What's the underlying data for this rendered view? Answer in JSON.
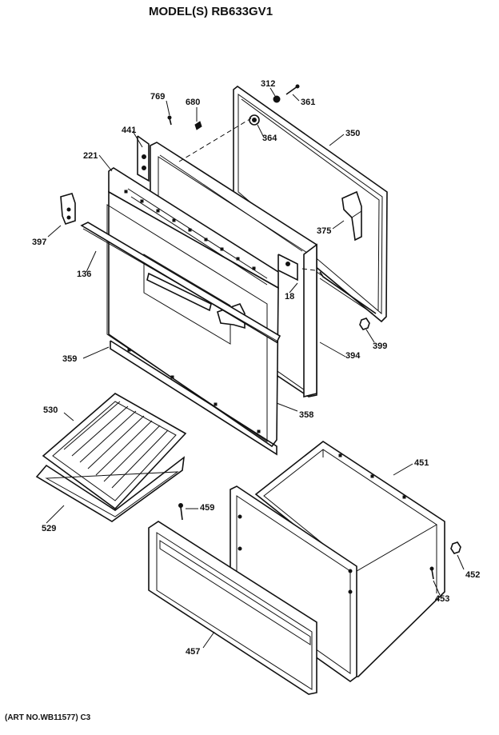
{
  "header": {
    "title": "MODEL(S) RB633GV1"
  },
  "footer": {
    "art_no": "(ART NO.WB11577) C3"
  },
  "parts": [
    {
      "id": "p769",
      "label": "769"
    },
    {
      "id": "p680",
      "label": "680"
    },
    {
      "id": "p312",
      "label": "312"
    },
    {
      "id": "p361",
      "label": "361"
    },
    {
      "id": "p364",
      "label": "364"
    },
    {
      "id": "p350",
      "label": "350"
    },
    {
      "id": "p441",
      "label": "441"
    },
    {
      "id": "p221",
      "label": "221"
    },
    {
      "id": "p375",
      "label": "375"
    },
    {
      "id": "p397",
      "label": "397"
    },
    {
      "id": "p136",
      "label": "136"
    },
    {
      "id": "p18",
      "label": "18"
    },
    {
      "id": "p399",
      "label": "399"
    },
    {
      "id": "p359",
      "label": "359"
    },
    {
      "id": "p394",
      "label": "394"
    },
    {
      "id": "p358",
      "label": "358"
    },
    {
      "id": "p530",
      "label": "530"
    },
    {
      "id": "p451",
      "label": "451"
    },
    {
      "id": "p459",
      "label": "459"
    },
    {
      "id": "p529",
      "label": "529"
    },
    {
      "id": "p452",
      "label": "452"
    },
    {
      "id": "p453",
      "label": "453"
    },
    {
      "id": "p457",
      "label": "457"
    }
  ]
}
